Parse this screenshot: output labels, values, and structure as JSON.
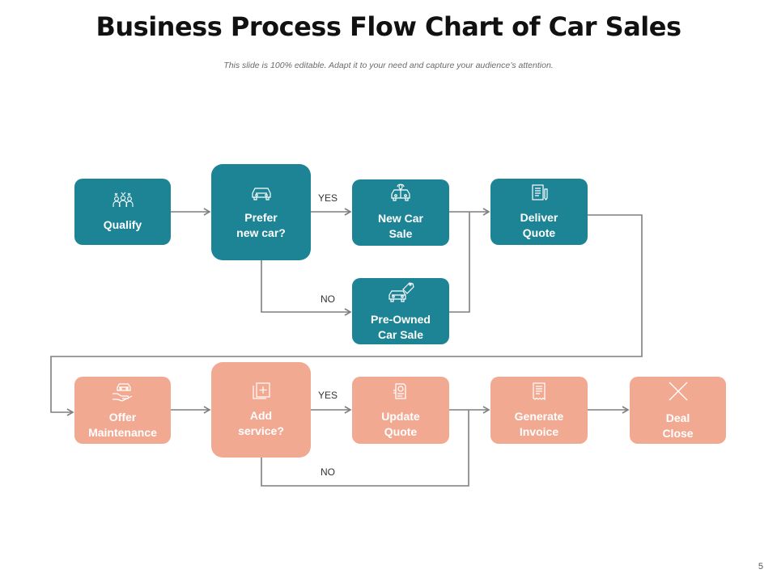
{
  "header": {
    "title": "Business Process Flow Chart of Car Sales",
    "subtitle": "This slide is 100% editable. Adapt it to your need and capture your audience’s attention."
  },
  "colors": {
    "teal": "#1d8495",
    "salmon": "#f2a992",
    "connector": "#7f7f7f"
  },
  "nodes": {
    "qualify": {
      "label": "Qualify",
      "icon": "people-group-icon"
    },
    "prefer_new_car": {
      "label": "Prefer\nnew car?",
      "icon": "car-icon"
    },
    "new_car_sale": {
      "label": "New Car\nSale",
      "icon": "gift-car-icon"
    },
    "deliver_quote": {
      "label": "Deliver\nQuote",
      "icon": "document-icon"
    },
    "pre_owned_car_sale": {
      "label": "Pre-Owned\nCar Sale",
      "icon": "car-tag-icon"
    },
    "offer_maintenance": {
      "label": "Offer\nMaintenance",
      "icon": "car-hand-icon"
    },
    "add_service": {
      "label": "Add\nservice?",
      "icon": "add-box-icon"
    },
    "update_quote": {
      "label": "Update\nQuote",
      "icon": "receipt-icon"
    },
    "generate_invoice": {
      "label": "Generate\nInvoice",
      "icon": "invoice-icon"
    },
    "deal_close": {
      "label": "Deal\nClose",
      "icon": "cross-icon"
    }
  },
  "edge_labels": {
    "top_yes": "YES",
    "top_no": "NO",
    "bottom_yes": "YES",
    "bottom_no": "NO"
  },
  "page_number": "5"
}
